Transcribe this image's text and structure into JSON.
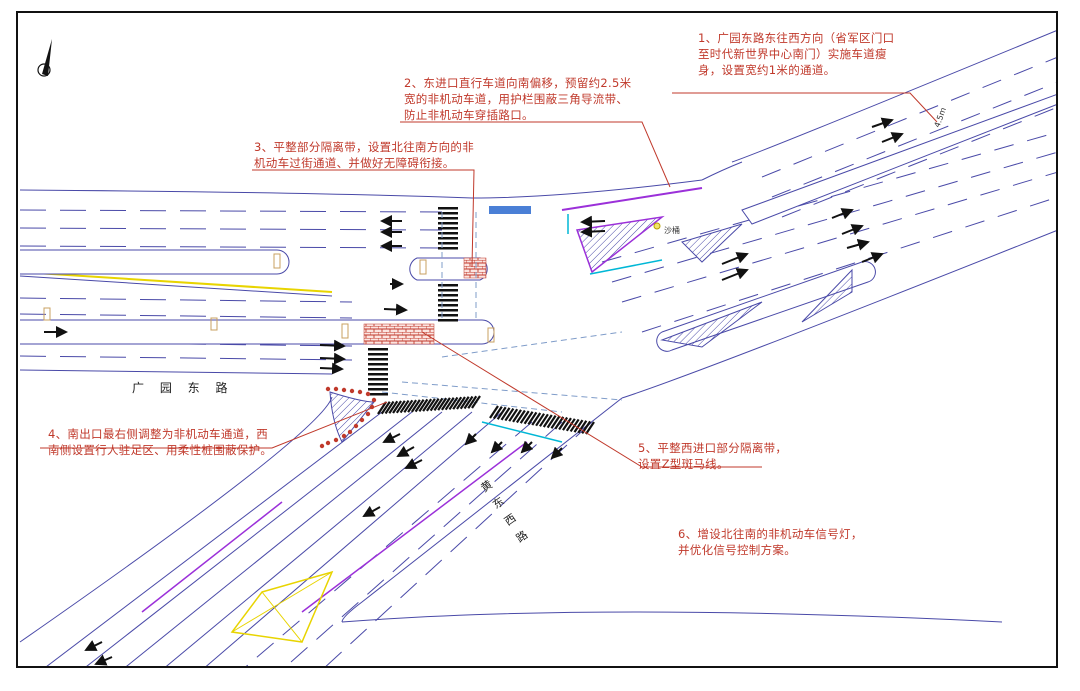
{
  "drawing": {
    "title_roads": {
      "west_road": "广 园 东 路",
      "south_road": "黄 东 西 路"
    },
    "north_arrow": "north-arrow-icon",
    "sandbucket_label": "沙桶",
    "width_label_east": "4.5m",
    "colors": {
      "annotation": "#c0392b",
      "lane_line": "#4a4aa8",
      "guardrail": "#9b30d9",
      "bike_lane": "#00b7d6",
      "median_yellow": "#e8d400",
      "paving": "#c0392b",
      "crosswalk": "#111111"
    }
  },
  "notes": [
    {
      "id": "1",
      "lines": [
        "1、广园东路东往西方向（省军区门口",
        "至时代新世界中心南门）实施车道瘦",
        "身，设置宽约1米的通道。"
      ]
    },
    {
      "id": "2",
      "lines": [
        "2、东进口直行车道向南偏移，预留约2.5米",
        "宽的非机动车道，用护栏围蔽三角导流带、",
        "防止非机动车穿插路口。"
      ]
    },
    {
      "id": "3",
      "lines": [
        "3、平整部分隔离带，设置北往南方向的非",
        "机动车过街通道、并做好无障碍衔接。"
      ]
    },
    {
      "id": "4",
      "lines": [
        "4、南出口最右侧调整为非机动车通道，西",
        "南侧设置行人驻足区、用柔性桩围蔽保护。"
      ]
    },
    {
      "id": "5",
      "lines": [
        "5、平整西进口部分隔离带，",
        "设置Z型斑马线。"
      ]
    },
    {
      "id": "6",
      "lines": [
        "6、增设北往南的非机动车信号灯，",
        "并优化信号控制方案。"
      ]
    }
  ]
}
